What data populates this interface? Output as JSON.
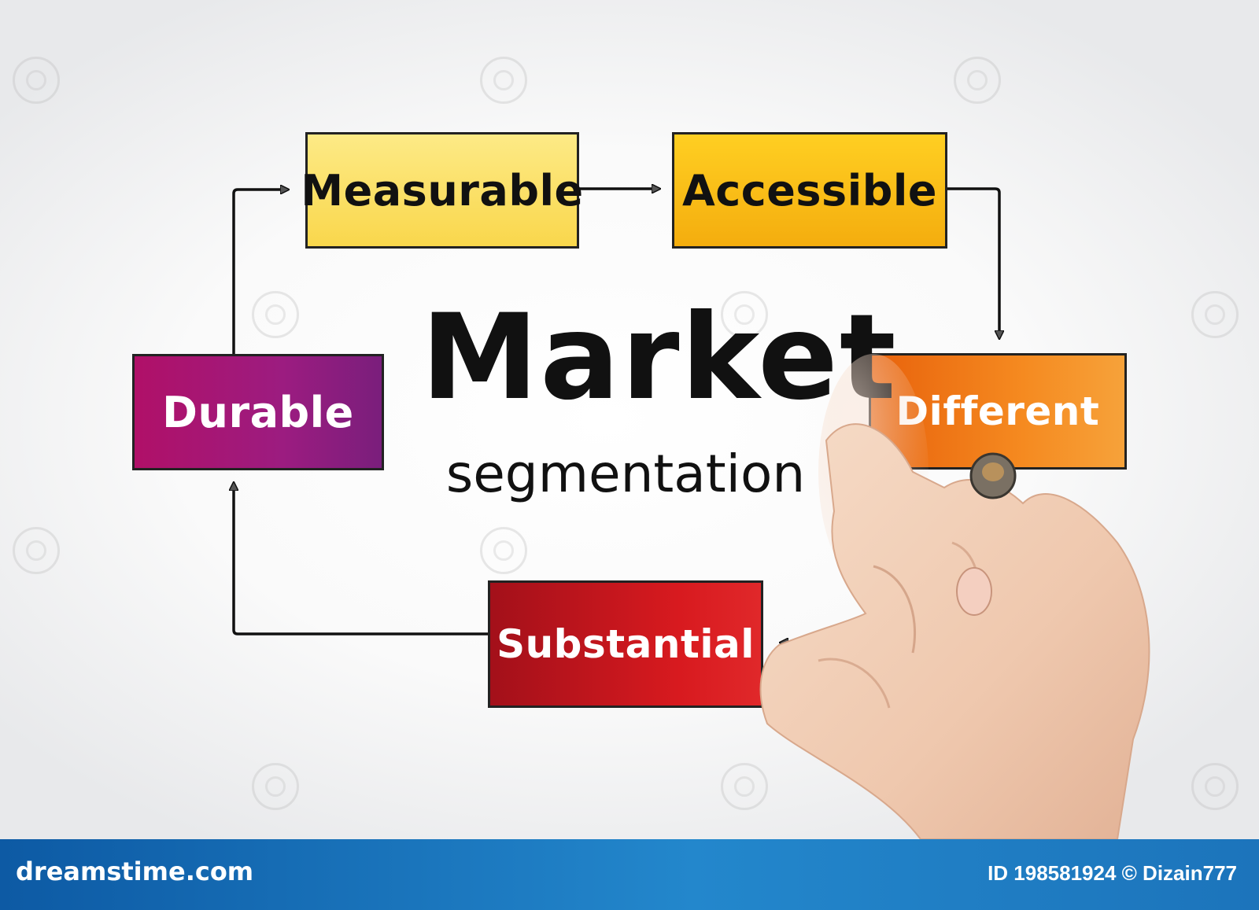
{
  "diagram": {
    "title": "Market",
    "subtitle": "segmentation",
    "nodes": [
      {
        "id": "measurable",
        "label": "Measurable",
        "color": "#f9d74c"
      },
      {
        "id": "accessible",
        "label": "Accessible",
        "color": "#f4ad0e"
      },
      {
        "id": "different",
        "label": "Different",
        "color": "#ee7418"
      },
      {
        "id": "substantial",
        "label": "Substantial",
        "color": "#c4161f"
      },
      {
        "id": "durable",
        "label": "Durable",
        "color": "#9c1c80"
      }
    ],
    "edges": [
      {
        "from": "measurable",
        "to": "accessible"
      },
      {
        "from": "accessible",
        "to": "different"
      },
      {
        "from": "different",
        "to": "substantial"
      },
      {
        "from": "substantial",
        "to": "durable"
      },
      {
        "from": "durable",
        "to": "measurable"
      }
    ]
  },
  "footer": {
    "brand": "dreamstime.com",
    "id_text": "ID 198581924 © Dizain777",
    "color": "#1c74bb"
  }
}
